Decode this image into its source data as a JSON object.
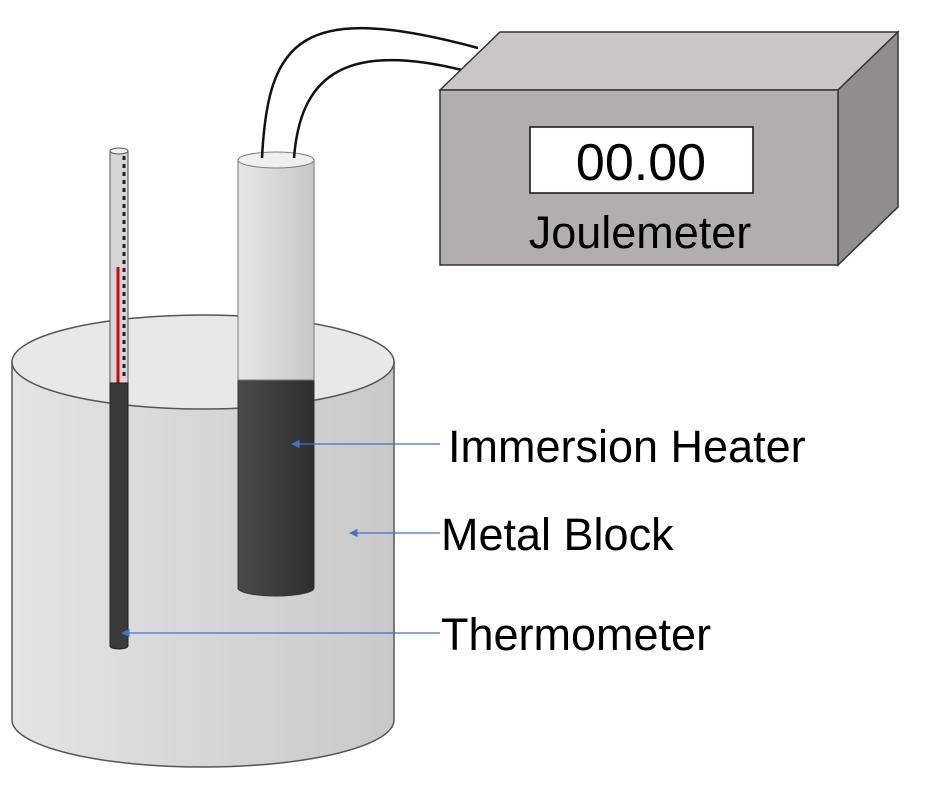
{
  "joulemeter": {
    "reading": "00.00",
    "label": "Joulemeter"
  },
  "labels": {
    "immersion_heater": "Immersion Heater",
    "metal_block": "Metal Block",
    "thermometer": "Thermometer"
  },
  "colors": {
    "block_fill": "#d9d9d9",
    "block_top": "#e6e6e6",
    "heater_upper": "#dcdcdc",
    "heater_lower": "#404040",
    "thermometer_tube": "#3a3a3a",
    "mercury": "#e00000",
    "meter_front": "#b0aeae",
    "meter_top": "#c8c6c6",
    "meter_side": "#8f8d8d",
    "arrow": "#4472c4"
  }
}
